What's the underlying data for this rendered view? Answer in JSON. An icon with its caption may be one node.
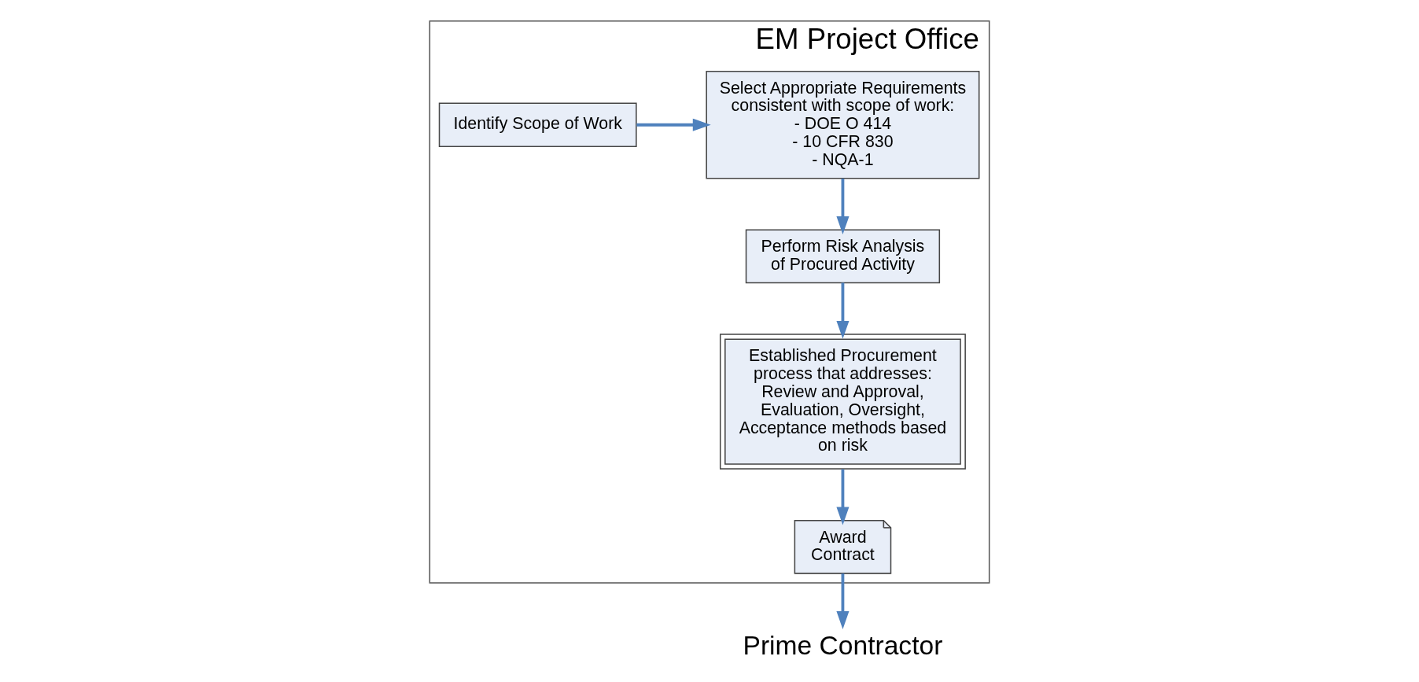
{
  "diagram": {
    "nodes": [
      {
        "text": [
          "EM Project Office"
        ]
      },
      {
        "text": [
          "Identify Scope of Work"
        ],
        "in": 0
      },
      {
        "text": [
          "Select Appropriate Requirements consistent with scope of work:",
          "- DOE O 414",
          "- 10 CFR 830",
          "- NQA-1"
        ],
        "in": 0
      },
      {
        "text": [
          "Perform Risk Analysis of Procured Activity"
        ],
        "in": 0
      },
      {
        "text": [
          "Established Procurement process that addresses: Review and Approval, Evaluation, Oversight, Acceptance methods based on risk"
        ],
        "in": 0
      },
      {
        "text": [
          "Award Contract"
        ],
        "in": 0
      },
      {
        "text": [
          "Prime Contractor"
        ]
      }
    ],
    "edges": [
      {
        "from": 1,
        "to": 2,
        "arrow": "to"
      },
      {
        "from": 2,
        "to": 3,
        "arrow": "to"
      },
      {
        "from": 3,
        "to": 4,
        "arrow": "to"
      },
      {
        "from": 4,
        "to": 5,
        "arrow": "to"
      },
      {
        "from": 5,
        "to": 6,
        "arrow": "to"
      }
    ]
  }
}
